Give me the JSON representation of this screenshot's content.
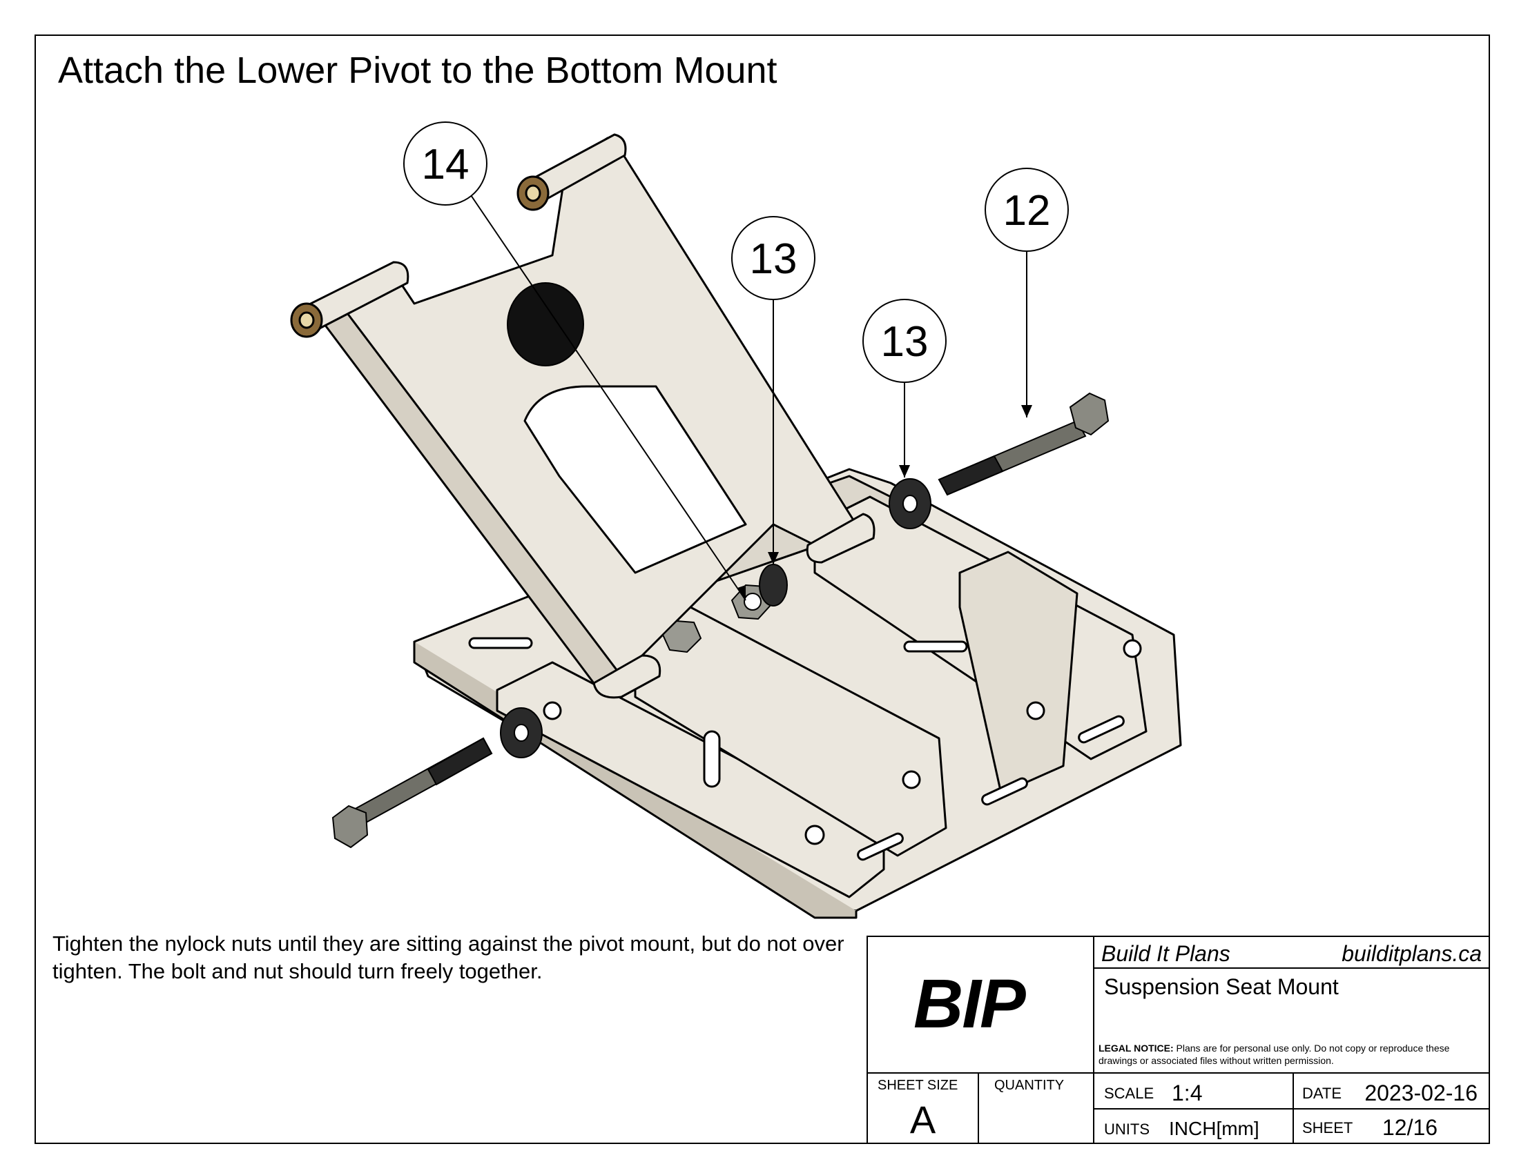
{
  "title": "Attach the Lower Pivot to the Bottom Mount",
  "instructions": "Tighten the nylock nuts until they are sitting against the pivot mount, but do not over tighten. The bolt and nut should turn freely together.",
  "balloons": [
    {
      "id": "balloon-14",
      "label": "14"
    },
    {
      "id": "balloon-13-washer-inner",
      "label": "13"
    },
    {
      "id": "balloon-13-washer-outer",
      "label": "13"
    },
    {
      "id": "balloon-12",
      "label": "12"
    }
  ],
  "title_block": {
    "logo": "BIP",
    "company": "Build It Plans",
    "website": "builditplans.ca",
    "part_name": "Suspension Seat Mount",
    "legal_label": "LEGAL NOTICE:",
    "legal_text": "Plans are for personal use only. Do not copy or reproduce these drawings or associated files without written permission.",
    "sheet_size_label": "SHEET SIZE",
    "sheet_size": "A",
    "quantity_label": "QUANTITY",
    "quantity": "",
    "scale_label": "SCALE",
    "scale": "1:4",
    "date_label": "DATE",
    "date": "2023-02-16",
    "units_label": "UNITS",
    "units": "INCH[mm]",
    "sheet_label": "SHEET",
    "sheet": "12/16"
  },
  "colors": {
    "part_fill": "#ebe7de",
    "part_shadow": "#c9c3b6",
    "hardware": "#707068",
    "washer": "#2a2a2a",
    "bumper": "#111111",
    "bushing": "#8a6a3a"
  }
}
